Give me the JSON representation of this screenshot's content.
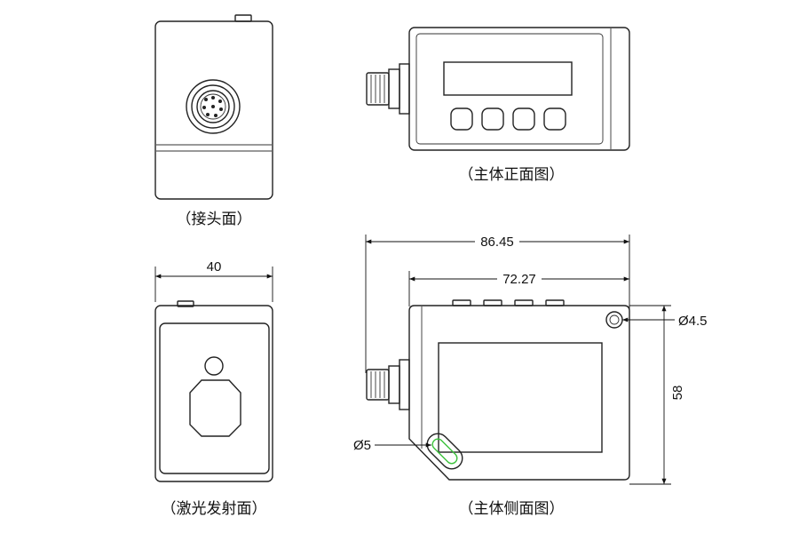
{
  "views": {
    "connector_face": {
      "caption": "（接头面）"
    },
    "front": {
      "caption": "（主体正面图）"
    },
    "laser_face": {
      "caption": "（激光发射面）",
      "width_dim": "40"
    },
    "side": {
      "caption": "（主体侧面图）",
      "overall_length_dim": "86.45",
      "body_length_dim": "72.27",
      "height_dim": "58",
      "mount_hole_dim": "Ø4.5",
      "lens_dim": "Ø5"
    }
  },
  "colors": {
    "line": "#222222",
    "lens_accent": "#3cc23c",
    "background": "#ffffff"
  }
}
